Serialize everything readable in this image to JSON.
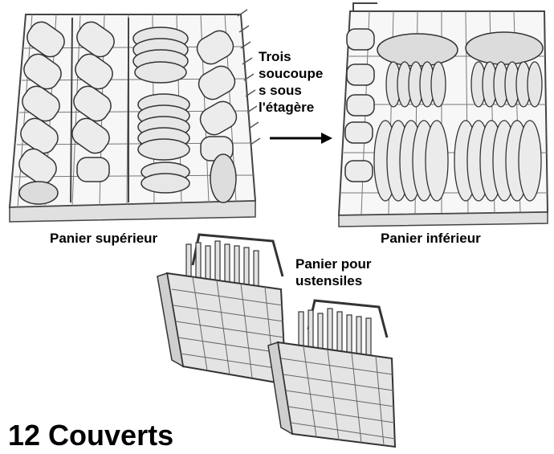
{
  "labels": {
    "upper_rack": "Panier supérieur",
    "lower_rack": "Panier inférieur",
    "saucers_line1": "Trois",
    "saucers_line2": "soucoupe",
    "saucers_line3": "s sous",
    "saucers_line4": "l'étagère",
    "utensil_line1": "Panier pour",
    "utensil_line2": "ustensiles"
  },
  "title": "12 Couverts",
  "colors": {
    "ink": "#000000",
    "wire": "#555555",
    "dish_fill": "#e9e9e9",
    "dish_shade": "#9a9a9a",
    "background": "#ffffff"
  }
}
